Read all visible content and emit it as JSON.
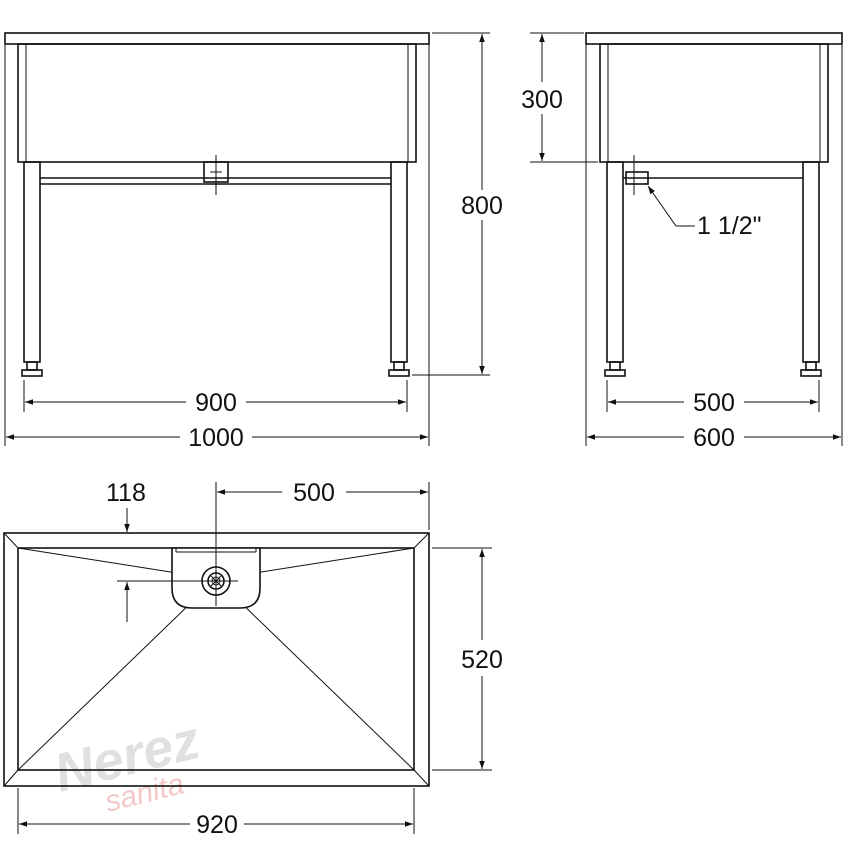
{
  "drawing": {
    "front_view": {
      "dim_height_total": "800",
      "dim_legs_width": "900",
      "dim_total_width": "1000"
    },
    "side_view": {
      "dim_basin_depth": "300",
      "dim_drain_size": "1 1/2\"",
      "dim_legs_depth": "500",
      "dim_total_depth": "600"
    },
    "top_view": {
      "dim_drain_offset": "118",
      "dim_drain_to_edge": "500",
      "dim_inner_depth": "520",
      "dim_inner_width": "920"
    }
  },
  "watermark": {
    "brand": "Nerez",
    "sub": "sanita"
  },
  "colors": {
    "line": "#111111",
    "background": "#ffffff"
  }
}
